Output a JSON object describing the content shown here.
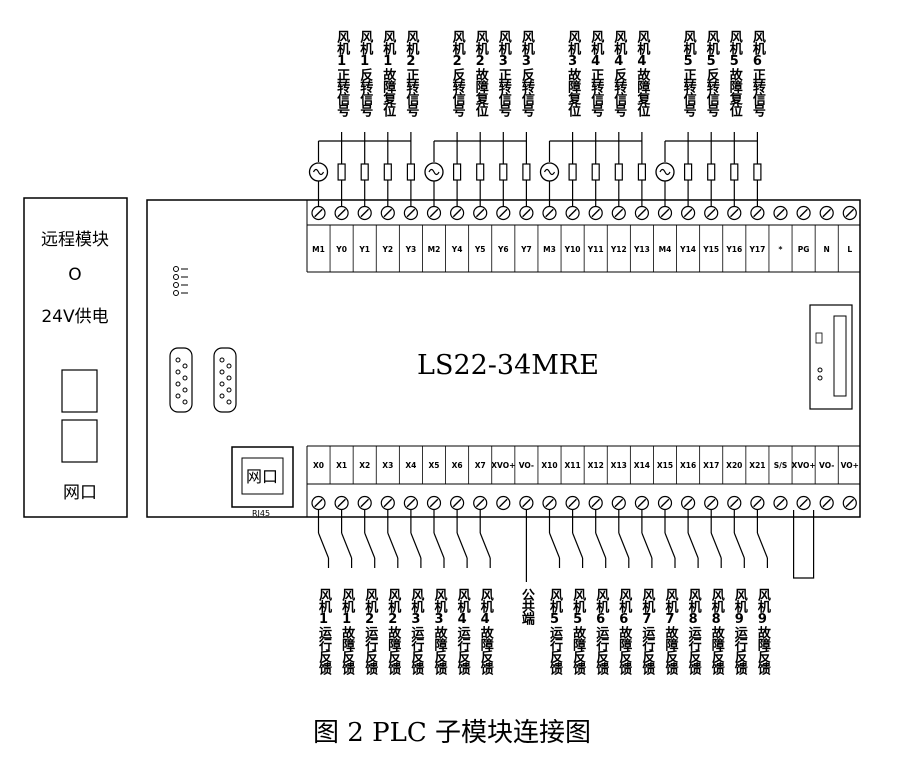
{
  "plc": {
    "model": "LS22-34MRE",
    "top_terminals": [
      "M1",
      "Y0",
      "Y1",
      "Y2",
      "Y3",
      "M2",
      "Y4",
      "Y5",
      "Y6",
      "Y7",
      "M3",
      "Y10",
      "Y11",
      "Y12",
      "Y13",
      "M4",
      "Y14",
      "Y15",
      "Y16",
      "Y17",
      "*",
      "PG",
      "N",
      "L"
    ],
    "bottom_terminals": [
      "X0",
      "X1",
      "X2",
      "X3",
      "X4",
      "X5",
      "X6",
      "X7",
      "XVO+",
      "VO-",
      "X10",
      "X11",
      "X12",
      "X13",
      "X14",
      "X15",
      "X16",
      "X17",
      "X20",
      "X21",
      "S/S",
      "XVO+",
      "VO-",
      "VO+"
    ],
    "lan_port_label": "网口",
    "rj45_label": "RJ45"
  },
  "remote_module": {
    "title": "远程模块",
    "indicator": "O",
    "power": "24V供电",
    "lan": "网口"
  },
  "top_signals": [
    "风机1正转信号",
    "风机1反转信号",
    "风机1故障复位",
    "风机2正转信号",
    "风机2反转信号",
    "风机2故障复位",
    "风机3正转信号",
    "风机3反转信号",
    "风机3故障复位",
    "风机4正转信号",
    "风机4反转信号",
    "风机4故障复位",
    "风机5正转信号",
    "风机5反转信号",
    "风机5故障复位",
    "风机6正转信号"
  ],
  "bottom_signals": [
    "风机1运行反馈",
    "风机1故障反馈",
    "风机2运行反馈",
    "风机2故障反馈",
    "风机3运行反馈",
    "风机3故障反馈",
    "风机4运行反馈",
    "风机4故障反馈",
    "公共端",
    "风机5运行反馈",
    "风机5故障反馈",
    "风机6运行反馈",
    "风机6故障反馈",
    "风机7运行反馈",
    "风机7故障反馈",
    "风机8运行反馈",
    "风机8故障反馈",
    "风机9运行反馈",
    "风机9故障反馈"
  ],
  "caption": "图 2 PLC 子模块连接图"
}
